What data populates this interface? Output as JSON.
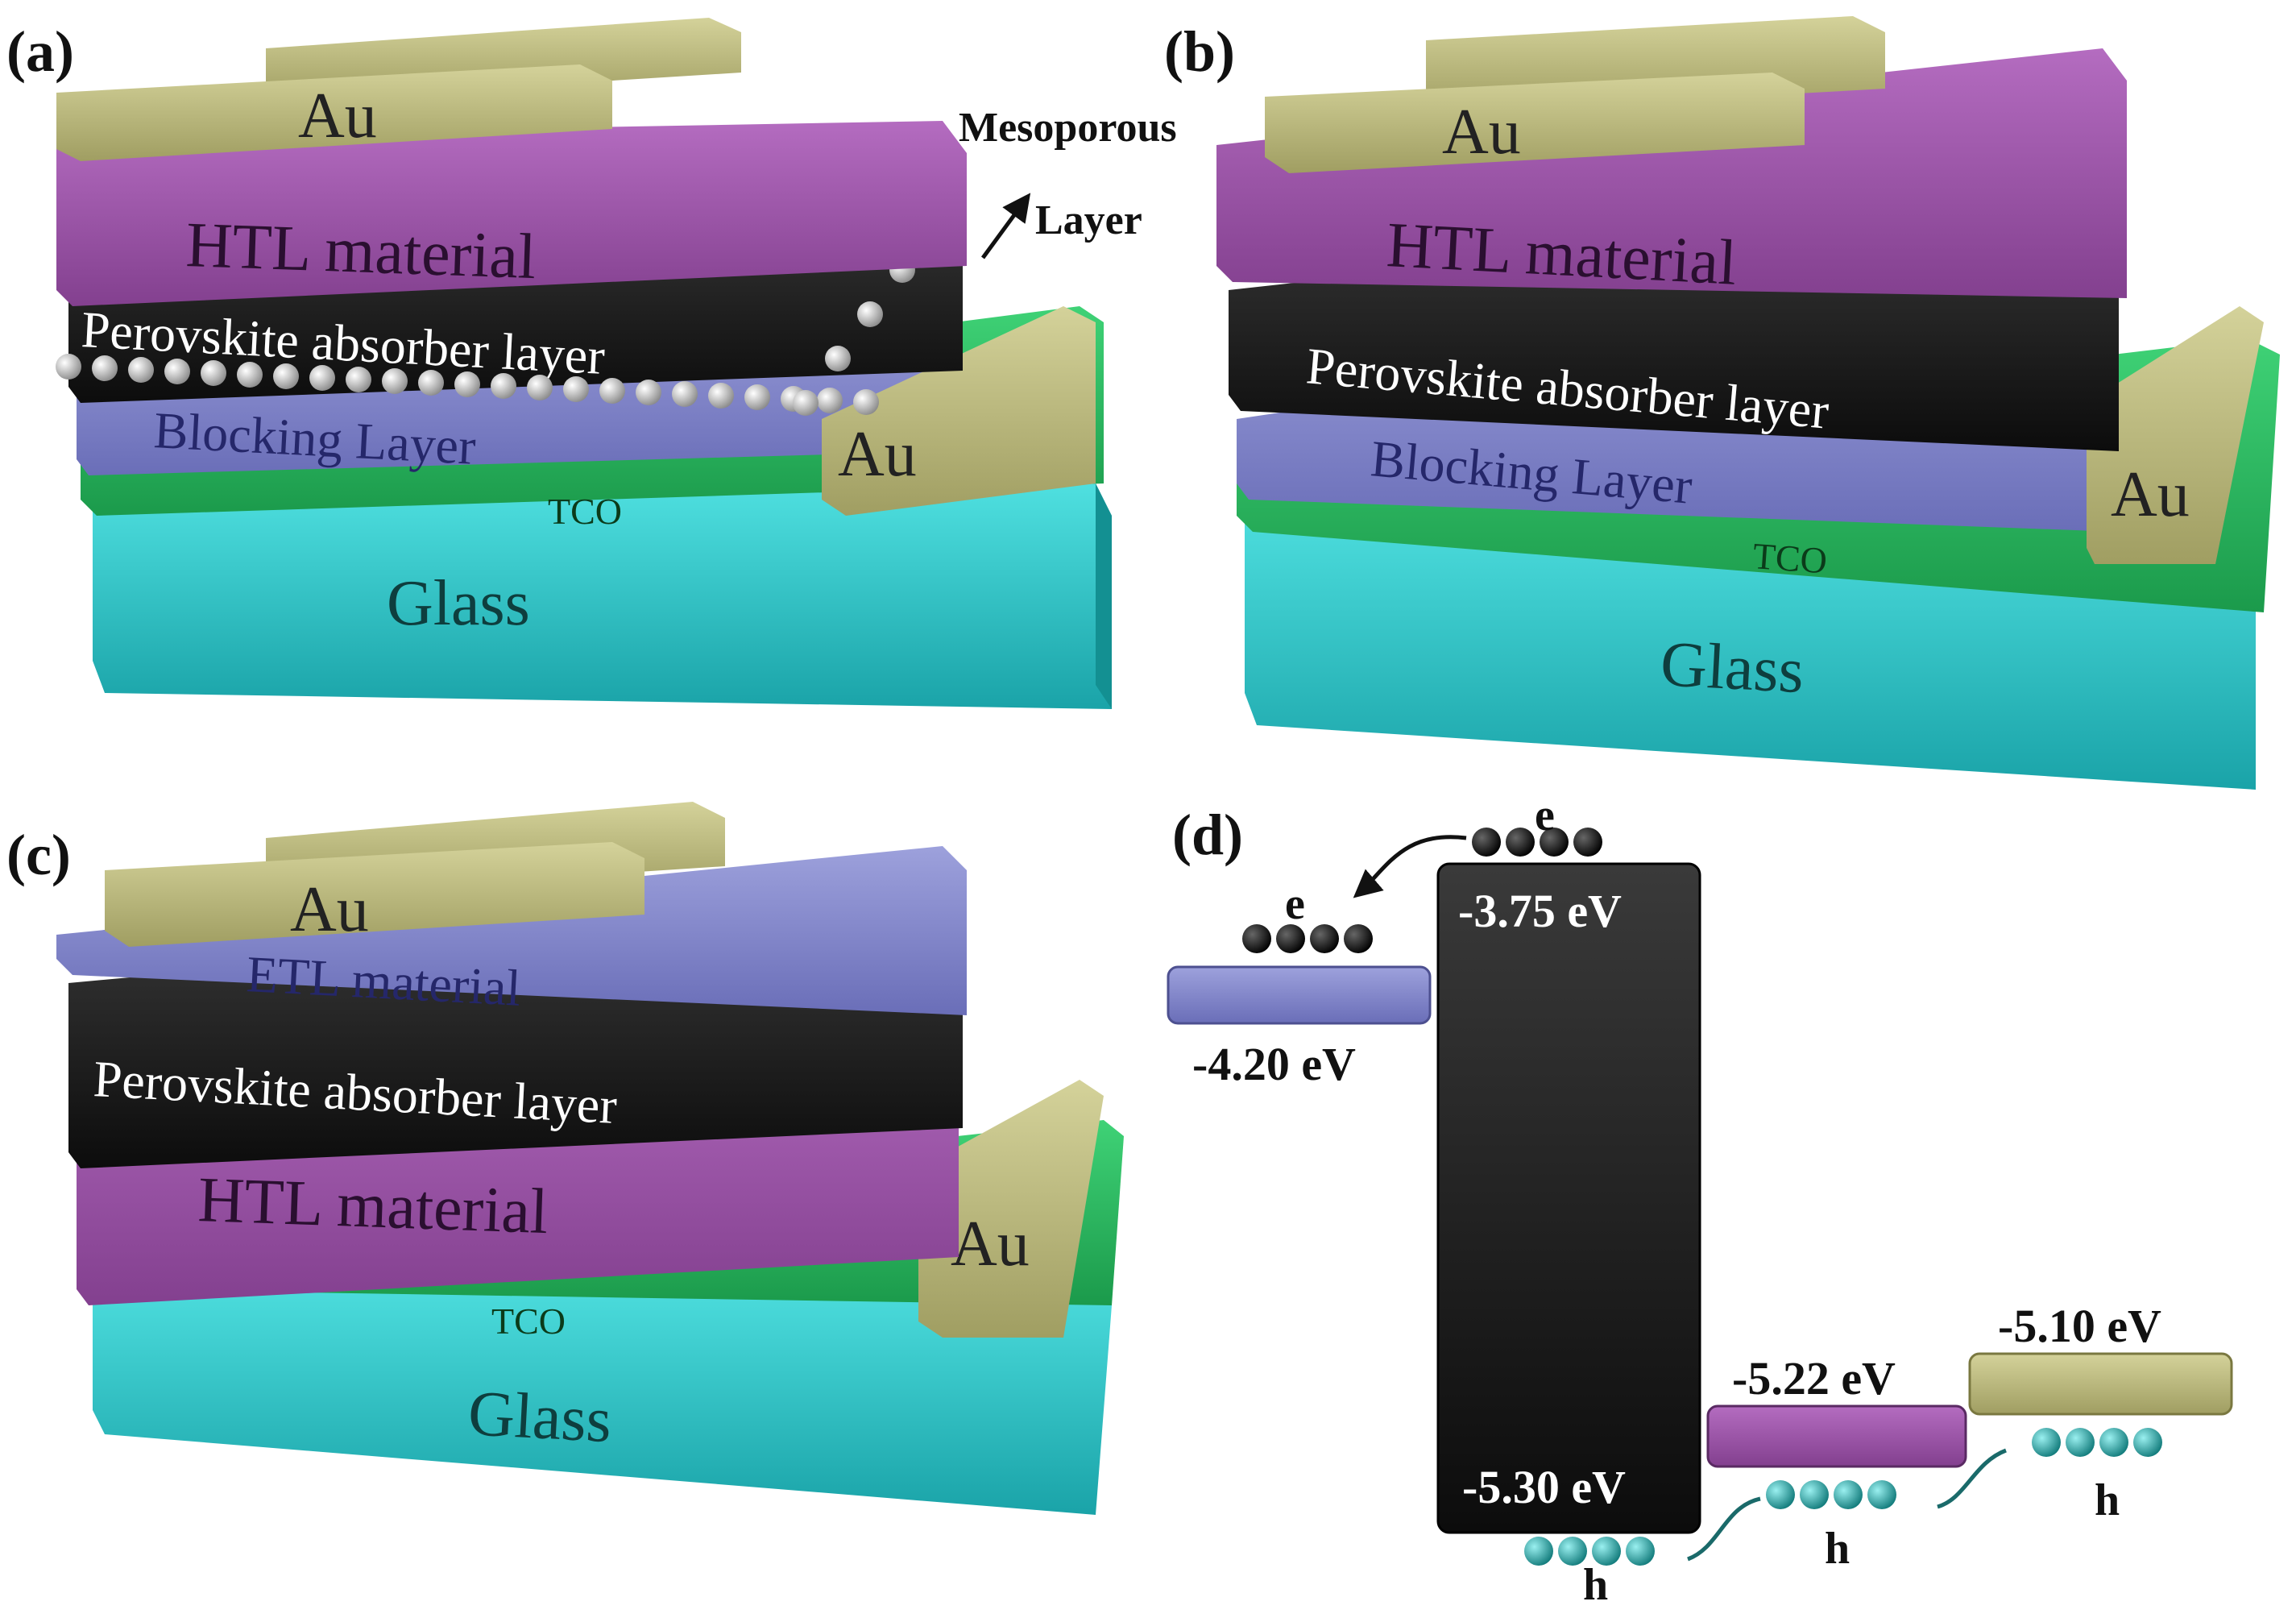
{
  "colors": {
    "glass": "#2cc4c4",
    "tco": "#22b45a",
    "blocking": "#7c80c8",
    "perovskite": "#1e1e1e",
    "htl": "#9a4fa6",
    "au": "#b8b67a",
    "etl": "#8288cc",
    "bead_e": "#111111",
    "bead_h": "#1fa3a3",
    "meso": "#d8d8d8"
  },
  "panel_a": {
    "letter": "(a)",
    "au_top": "Au",
    "htl": "HTL material",
    "perovskite": "Perovskite absorber layer",
    "blocking": "Blocking Layer",
    "au_side": "Au",
    "tco": "TCO",
    "glass": "Glass",
    "meso_line1": "Mesoporous",
    "meso_line2": "Layer"
  },
  "panel_b": {
    "letter": "(b)",
    "au_top": "Au",
    "htl": "HTL material",
    "perovskite": "Perovskite absorber layer",
    "blocking": "Blocking Layer",
    "au_side": "Au",
    "tco": "TCO",
    "glass": "Glass"
  },
  "panel_c": {
    "letter": "(c)",
    "au_top": "Au",
    "etl": "ETL material",
    "perovskite": "Perovskite absorber layer",
    "htl": "HTL material",
    "au_side": "Au",
    "tco": "TCO",
    "glass": "Glass"
  },
  "panel_d": {
    "letter": "(d)",
    "etl_level": "-4.20 eV",
    "perovskite_cb": "-3.75 eV",
    "perovskite_vb": "-5.30 eV",
    "htl_level": "-5.22 eV",
    "au_level": "-5.10 eV",
    "electron_label_1": "e",
    "electron_label_2": "e",
    "hole_label_1": "h",
    "hole_label_2": "h",
    "hole_label_3": "h"
  }
}
